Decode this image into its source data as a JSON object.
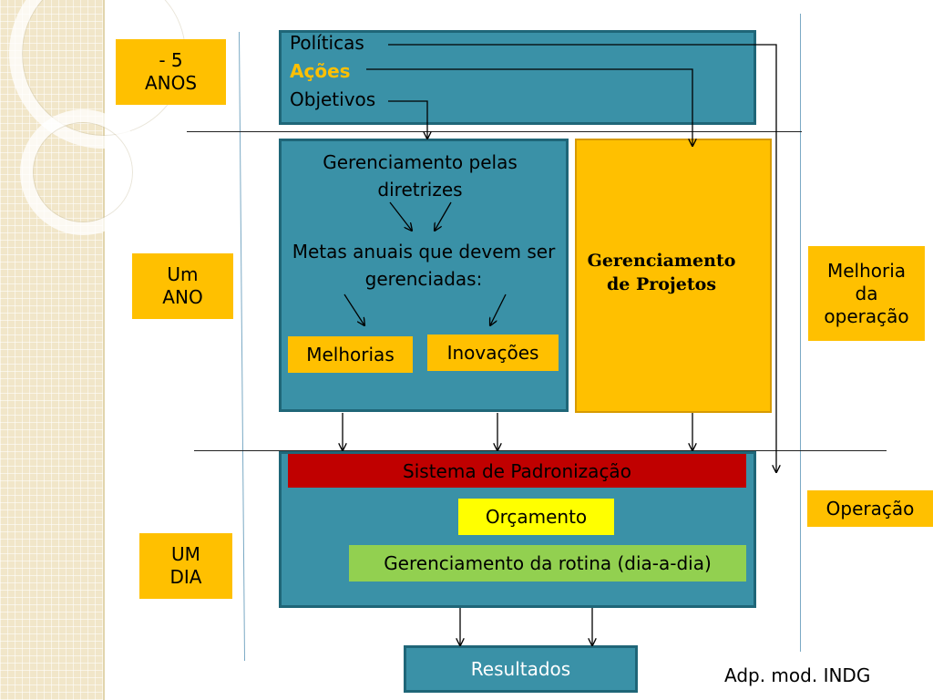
{
  "left_labels": {
    "five_years": "- 5\nANOS",
    "one_year": "Um\nANO",
    "one_day": "UM\nDIA"
  },
  "top_box": {
    "policies": "Políticas",
    "actions": "Ações",
    "objectives": "Objetivos"
  },
  "guidelines_box": {
    "title": "Gerenciamento pelas diretrizes",
    "annual_goals": "Metas anuais que devem ser gerenciadas:",
    "improvements": "Melhorias",
    "innovations": "Inovações"
  },
  "projects_box": {
    "title": "Gerenciamento de Projetos"
  },
  "right_labels": {
    "improvement": "Melhoria da operação",
    "operation": "Operação"
  },
  "operation_box": {
    "standardization": "Sistema de Padronização",
    "budget": "Orçamento",
    "routine": "Gerenciamento da rotina (dia-a-dia)"
  },
  "results": "Resultados",
  "credit": "Adp. mod. INDG",
  "colors": {
    "teal": "#3a91a7",
    "orange": "#ffc000",
    "red": "#c00000",
    "yellow": "#ffff00",
    "green": "#92d050",
    "actions_text": "#ffc000"
  }
}
